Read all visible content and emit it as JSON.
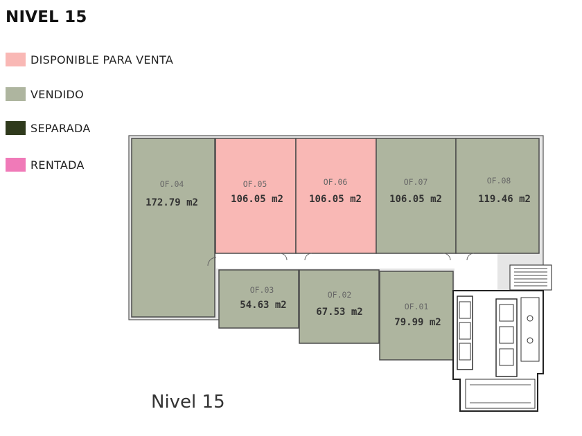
{
  "title": "NIVEL 15",
  "legend": [
    {
      "label": "DISPONIBLE PARA VENTA",
      "color": "#f9b8b5"
    },
    {
      "label": "VENDIDO",
      "color": "#aeb59f"
    },
    {
      "label": "SEPARADA",
      "color": "#2f3a1c"
    },
    {
      "label": "RENTADA",
      "color": "#f07ab8"
    }
  ],
  "offices": [
    {
      "code": "OF.04",
      "area": "172.79 m2",
      "status": "VENDIDO"
    },
    {
      "code": "OF.05",
      "area": "106.05 m2",
      "status": "DISPONIBLE PARA VENTA"
    },
    {
      "code": "OF.06",
      "area": "106.05 m2",
      "status": "DISPONIBLE PARA VENTA"
    },
    {
      "code": "OF.07",
      "area": "106.05 m2",
      "status": "VENDIDO"
    },
    {
      "code": "OF.08",
      "area": "119.46 m2",
      "status": "VENDIDO"
    },
    {
      "code": "OF.03",
      "area": "54.63 m2",
      "status": "VENDIDO"
    },
    {
      "code": "OF.02",
      "area": "67.53 m2",
      "status": "VENDIDO"
    },
    {
      "code": "OF.01",
      "area": "79.99 m2",
      "status": "VENDIDO"
    }
  ],
  "plan_caption": "Nivel 15"
}
